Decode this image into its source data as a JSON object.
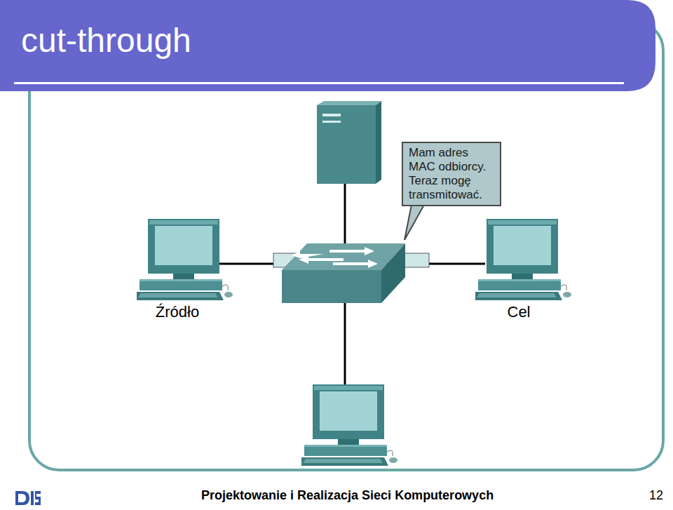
{
  "diagram": {
    "title": "cut-through",
    "nodes": [
      {
        "text": [
          "Mam adres MAC odbiorcy. Teraz mogę transmitować."
        ]
      },
      {
        "text": [
          "Źródło"
        ]
      },
      {
        "text": [
          "Cel"
        ]
      }
    ],
    "labels": [
      "Projektowanie i Realizacja Sieci Komputerowych",
      "12"
    ]
  }
}
